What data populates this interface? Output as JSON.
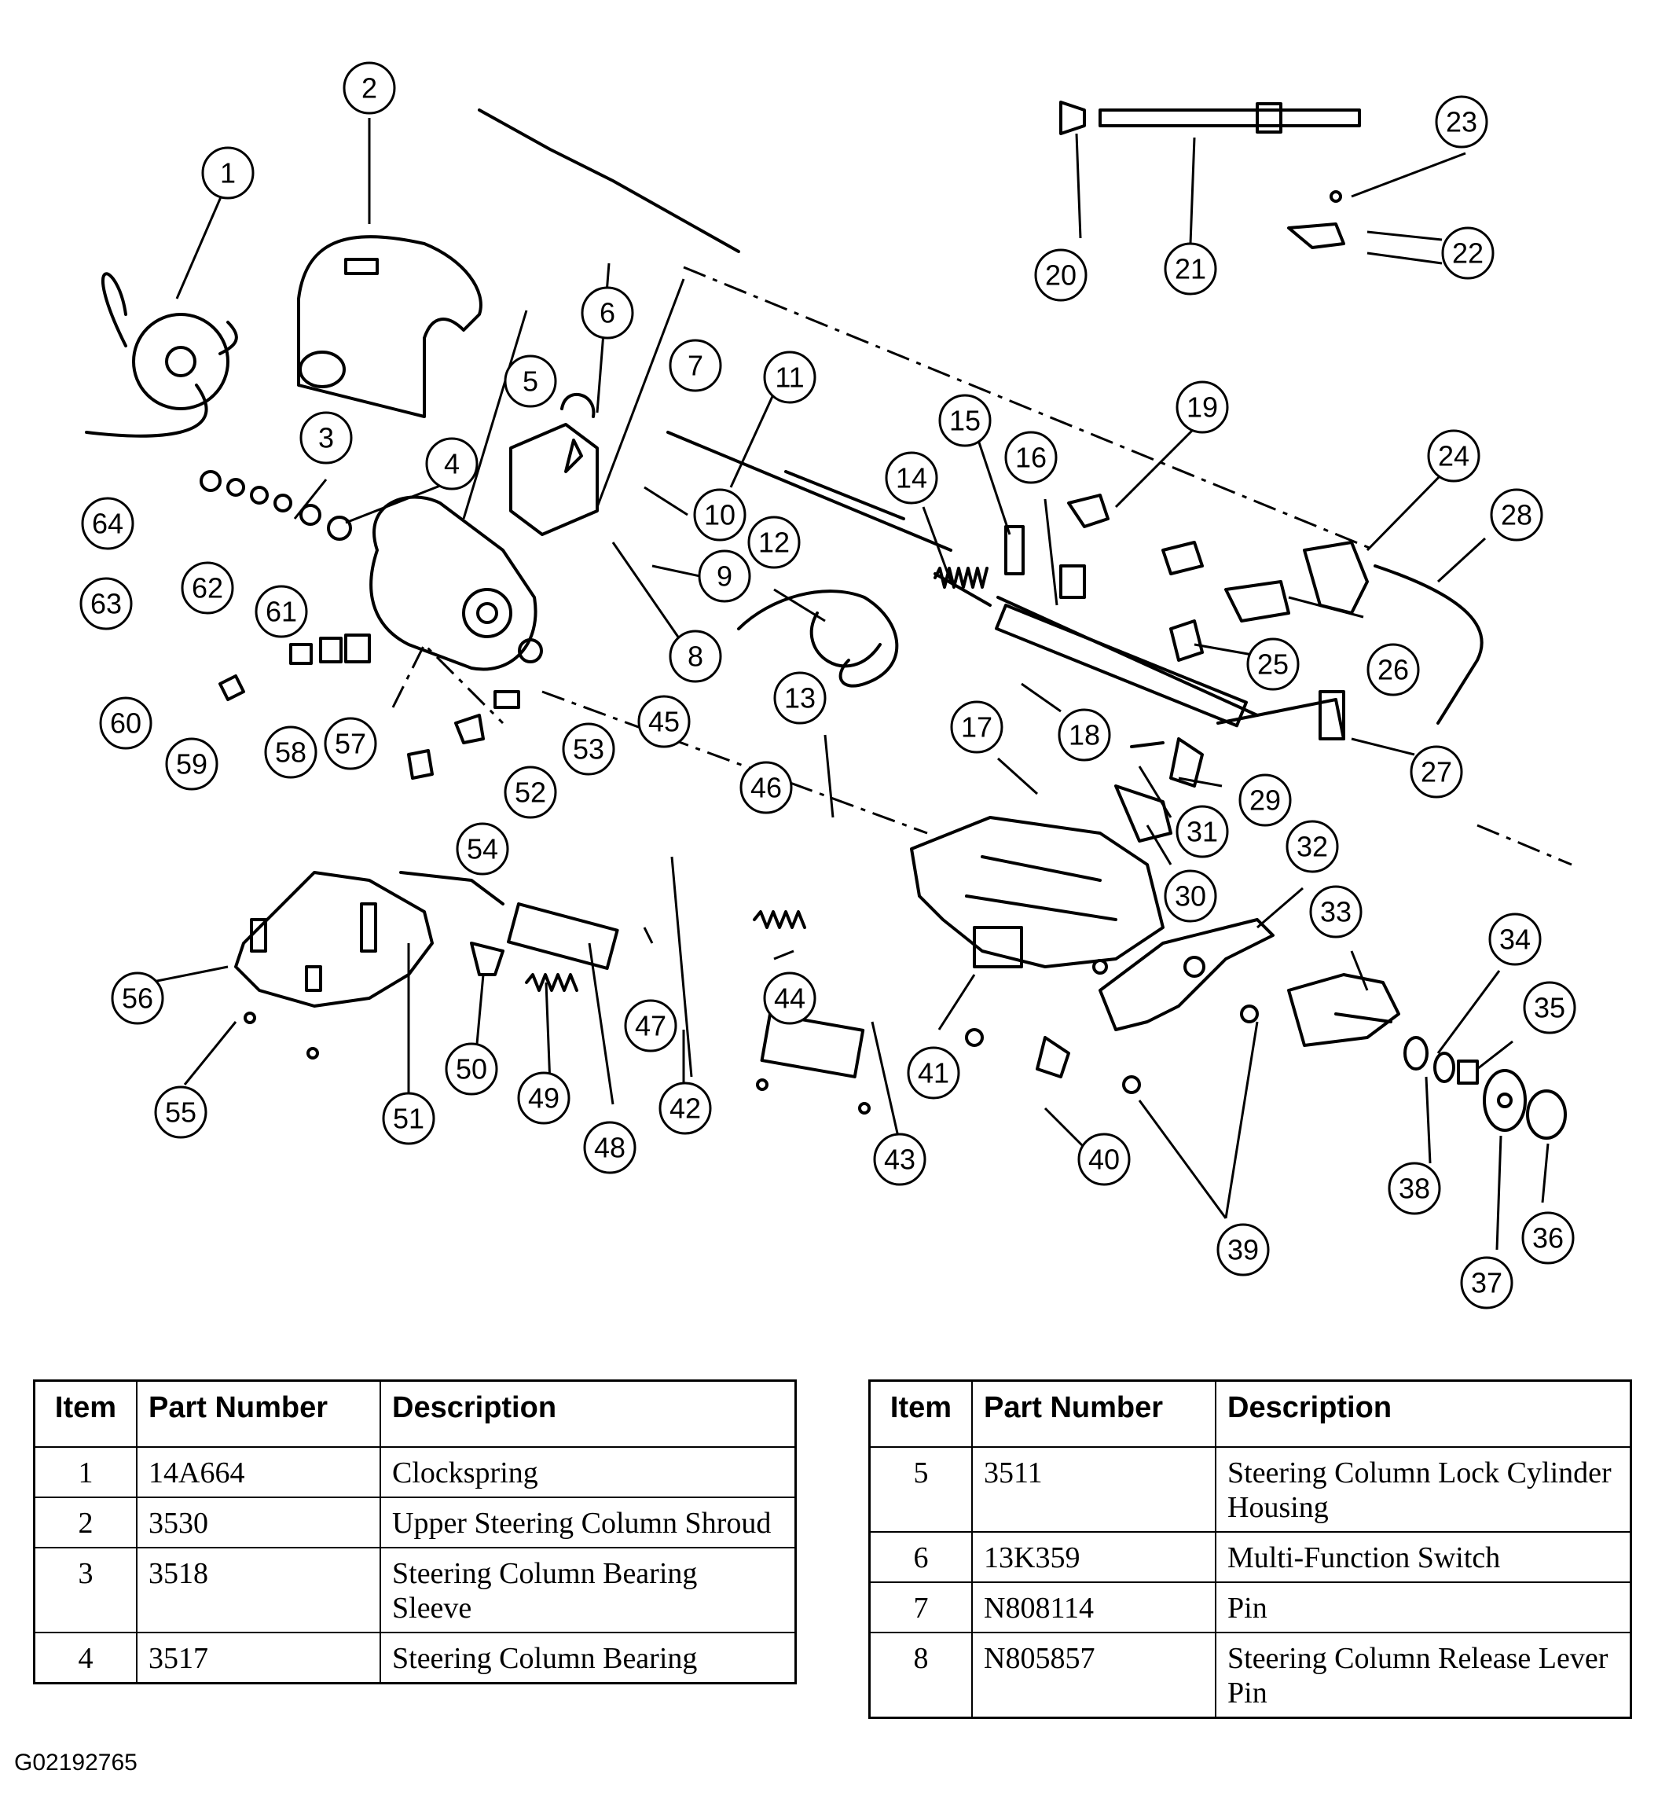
{
  "callouts": [
    "1",
    "2",
    "3",
    "4",
    "5",
    "6",
    "7",
    "8",
    "9",
    "10",
    "11",
    "12",
    "13",
    "14",
    "15",
    "16",
    "17",
    "18",
    "19",
    "20",
    "21",
    "22",
    "23",
    "24",
    "25",
    "26",
    "27",
    "28",
    "29",
    "30",
    "31",
    "32",
    "33",
    "34",
    "35",
    "36",
    "37",
    "38",
    "39",
    "40",
    "41",
    "42",
    "43",
    "44",
    "45",
    "46",
    "47",
    "48",
    "49",
    "50",
    "51",
    "52",
    "53",
    "54",
    "55",
    "56",
    "57",
    "58",
    "59",
    "60",
    "61",
    "62",
    "63",
    "64"
  ],
  "tables": {
    "headers": {
      "item": "Item",
      "part_number": "Part Number",
      "description": "Description"
    },
    "left": [
      {
        "item": "1",
        "part_number": "14A664",
        "description": "Clockspring"
      },
      {
        "item": "2",
        "part_number": "3530",
        "description": "Upper Steering Column Shroud"
      },
      {
        "item": "3",
        "part_number": "3518",
        "description": "Steering Column Bearing Sleeve"
      },
      {
        "item": "4",
        "part_number": "3517",
        "description": "Steering Column Bearing"
      }
    ],
    "right": [
      {
        "item": "5",
        "part_number": "3511",
        "description": "Steering Column Lock Cylinder Housing"
      },
      {
        "item": "6",
        "part_number": "13K359",
        "description": "Multi-Function Switch"
      },
      {
        "item": "7",
        "part_number": "N808114",
        "description": "Pin"
      },
      {
        "item": "8",
        "part_number": "N805857",
        "description": "Steering Column Release Lever Pin"
      }
    ]
  },
  "figure_code": "G02192765"
}
